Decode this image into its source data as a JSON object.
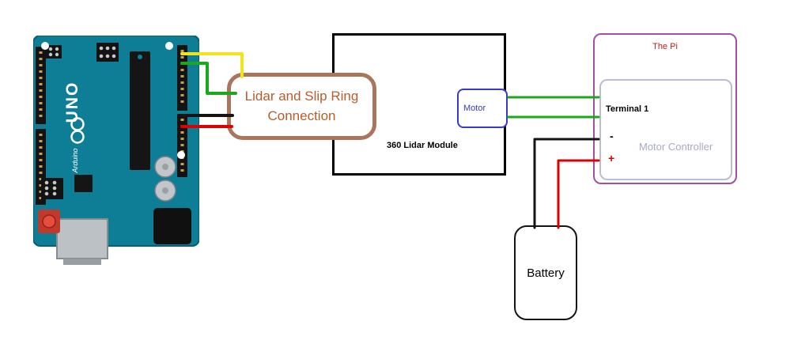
{
  "arduino": {
    "name": "Arduino UNO board",
    "board_color": "#0e7e96",
    "labels": {
      "model": "UNO",
      "brand": "Arduino"
    }
  },
  "connection_box": {
    "label": "Lidar and Slip Ring Connection",
    "border_color": "#a9765b",
    "text_color": "#b85c2c"
  },
  "lidar_module": {
    "label": "360 Lidar Module",
    "border_color": "#000000"
  },
  "motor": {
    "label": "Motor",
    "color": "#3a3ac8"
  },
  "pi": {
    "label": "The Pi",
    "border_color": "#a34fa3",
    "label_color": "#bb2222"
  },
  "motor_controller": {
    "label": "Motor Controller",
    "label_color": "#a9a9c9",
    "border_color": "#bcbcd4",
    "terminal_label": "Terminal 1",
    "minus_label": "-",
    "plus_label": "+",
    "plus_color": "#dd0000"
  },
  "battery": {
    "label": "Battery"
  },
  "wires": {
    "yellow": "#f2e41a",
    "green": "#1ca81c",
    "black": "#141414",
    "red": "#dd0000"
  }
}
